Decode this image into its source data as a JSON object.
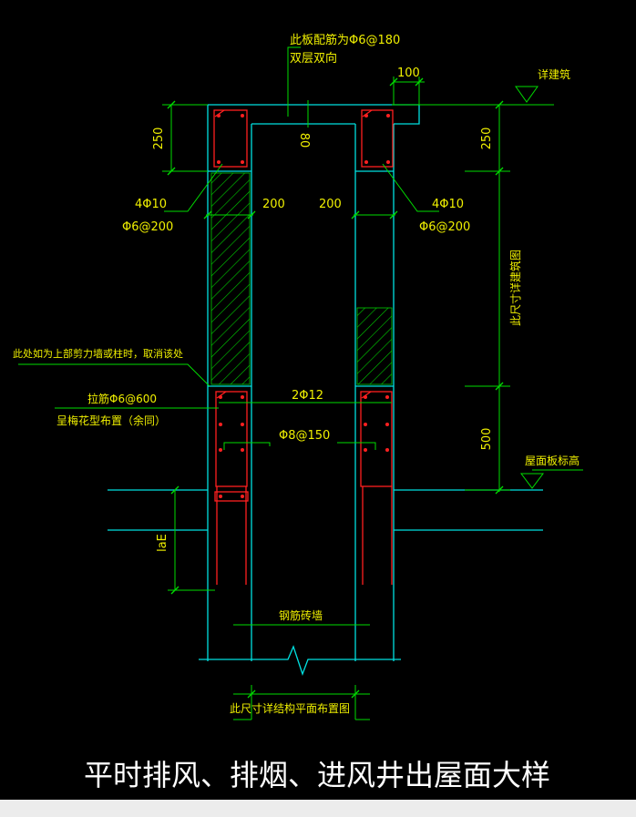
{
  "colors": {
    "background": "#000000",
    "outline": "#00e0e0",
    "rebar": "#ff2020",
    "dimension": "#00dd00",
    "hatch": "#00cc00",
    "label": "#f0f000",
    "title": "#ffffff"
  },
  "labels": {
    "top_note_line1": "此板配筋为Φ6@180",
    "top_note_line2": "双层双向",
    "dim_100": "100",
    "ref_building_top": "详建筑",
    "dim_250_left": "250",
    "dim_80": "80",
    "dim_250_right": "250",
    "left_rebar_main": "4Φ10",
    "left_rebar_stirrup": "Φ6@200",
    "dim_200_left": "200",
    "dim_200_right": "200",
    "right_rebar_main": "4Φ10",
    "right_rebar_stirrup": "Φ6@200",
    "ref_building_vertical": "此尺寸详建筑图",
    "shear_wall_note": "此处如为上部剪力墙或柱时，取消该处",
    "tie_bar": "拉筋Φ6@600",
    "tie_layout": "呈梅花型布置（余同）",
    "rebar_2phi12": "2Φ12",
    "rebar_phi8": "Φ8@150",
    "dim_500": "500",
    "roof_elevation": "屋面板标高",
    "anchorage": "laE",
    "brick_wall": "钢筋砖墙",
    "ref_structural_plan": "此尺寸详结构平面布置图",
    "drawing_title": "平时排风、排烟、进风井出屋面大样"
  }
}
